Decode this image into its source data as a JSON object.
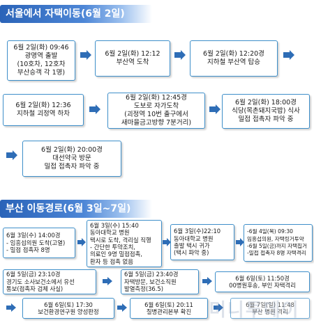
{
  "section1": {
    "title": "서울에서 자택이동(6월 2일)",
    "boxes": [
      {
        "lines": [
          "6월 2일(화) 09:46",
          "광명역 출발",
          "(10호차, 12호차",
          "부산승객 각 1명)"
        ]
      },
      {
        "lines": [
          "6월 2일(화) 12:12",
          "부산역 도착"
        ]
      },
      {
        "lines": [
          "6월 2일(화) 12:20경",
          "지하철 부산역 탑승"
        ]
      },
      {
        "lines": [
          "6월 2일(화) 12:36",
          "지하철 괴정역 하차"
        ]
      },
      {
        "lines": [
          "6월 2일(화) 12:45경",
          "도보로 자가도착",
          "(괴정역 10번 출구에서",
          "새마을금고방향 7분거리)"
        ]
      },
      {
        "lines": [
          "6월 2일(화) 18:00경",
          "식당(목촌돼지국밥) 식사",
          "밀접 접촉자 파악 중"
        ]
      },
      {
        "lines": [
          "6월 2일(화) 20:00경",
          "대선약국 방문",
          "밀접 접촉자 파악 중"
        ]
      }
    ]
  },
  "section2": {
    "title": "부산 이동경로(6월 3일~7일)",
    "boxes": [
      {
        "lines": [
          "6월 3일(수) 14:00경",
          "- 임흥섭의원 도착(고열)",
          "- 밀접 접촉자 8명"
        ]
      },
      {
        "lines": [
          "6월 3일(수) 15:40",
          "동아대학교 병원",
          "택시로 도착, 격리실 직행",
          "- 간단한 투약조치,",
          "의료인 9명 밀접접촉,",
          "환자 등 접촉 없음"
        ]
      },
      {
        "lines": [
          "6월 3일(수)22:10",
          "동아대학교 병원",
          "출발 택시 귀가",
          "(택시 파악 중)"
        ]
      },
      {
        "lines": [
          "-6월 4일(목) 09:30",
          "임흥섭의원, 자택링거투약",
          "-6월 5일(금)까지 자택칩거",
          "-밀접 접촉자 8명 자택격리"
        ]
      },
      {
        "lines": [
          "6월 5일(금) 23:10경",
          "경기도 소사보건소에서 유선",
          "통보(접촉자 검체 사실)"
        ]
      },
      {
        "lines": [
          "6월 5일(금) 23:40경",
          "자택방문, 보건소직원",
          "발열측정(36.5)"
        ]
      },
      {
        "lines": [
          "6월 6일(토) 11:50경",
          "00병원후송, 부인 자택격리"
        ]
      },
      {
        "lines": [
          "6월 6일(토) 17:30",
          "보건환경연구원 양성판정"
        ]
      },
      {
        "lines": [
          "6월 6일(토) 20:11",
          "질병관리본부 확진"
        ]
      },
      {
        "lines": [
          "6월 7일(일) 11:48",
          "부산 병원 격리"
        ]
      }
    ]
  },
  "watermark": "머니투데이"
}
